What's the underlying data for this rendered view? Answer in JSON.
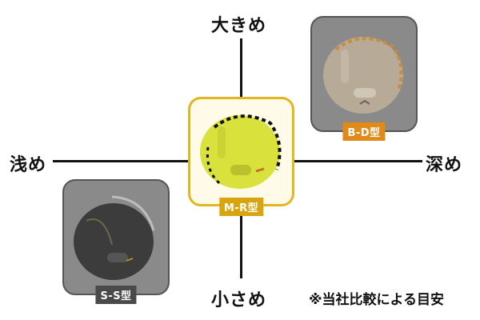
{
  "axes": {
    "top": "大きめ",
    "bottom": "小さめ",
    "left": "浅め",
    "right": "深め"
  },
  "items": [
    {
      "id": "center",
      "label": "M-R型",
      "glove_color": "yellow",
      "accent": "#e3b520",
      "tag_color": "#d8a511",
      "position": "center",
      "highlighted": true
    },
    {
      "id": "bd",
      "label": "B-D型",
      "glove_color": "beige",
      "tag_color": "#e08a1a",
      "position": "upper-right",
      "highlighted": false
    },
    {
      "id": "ss",
      "label": "S-S型",
      "glove_color": "black",
      "tag_color": "#4a4a4a",
      "position": "lower-left",
      "highlighted": false
    }
  ],
  "note": "※当社比較による目安"
}
